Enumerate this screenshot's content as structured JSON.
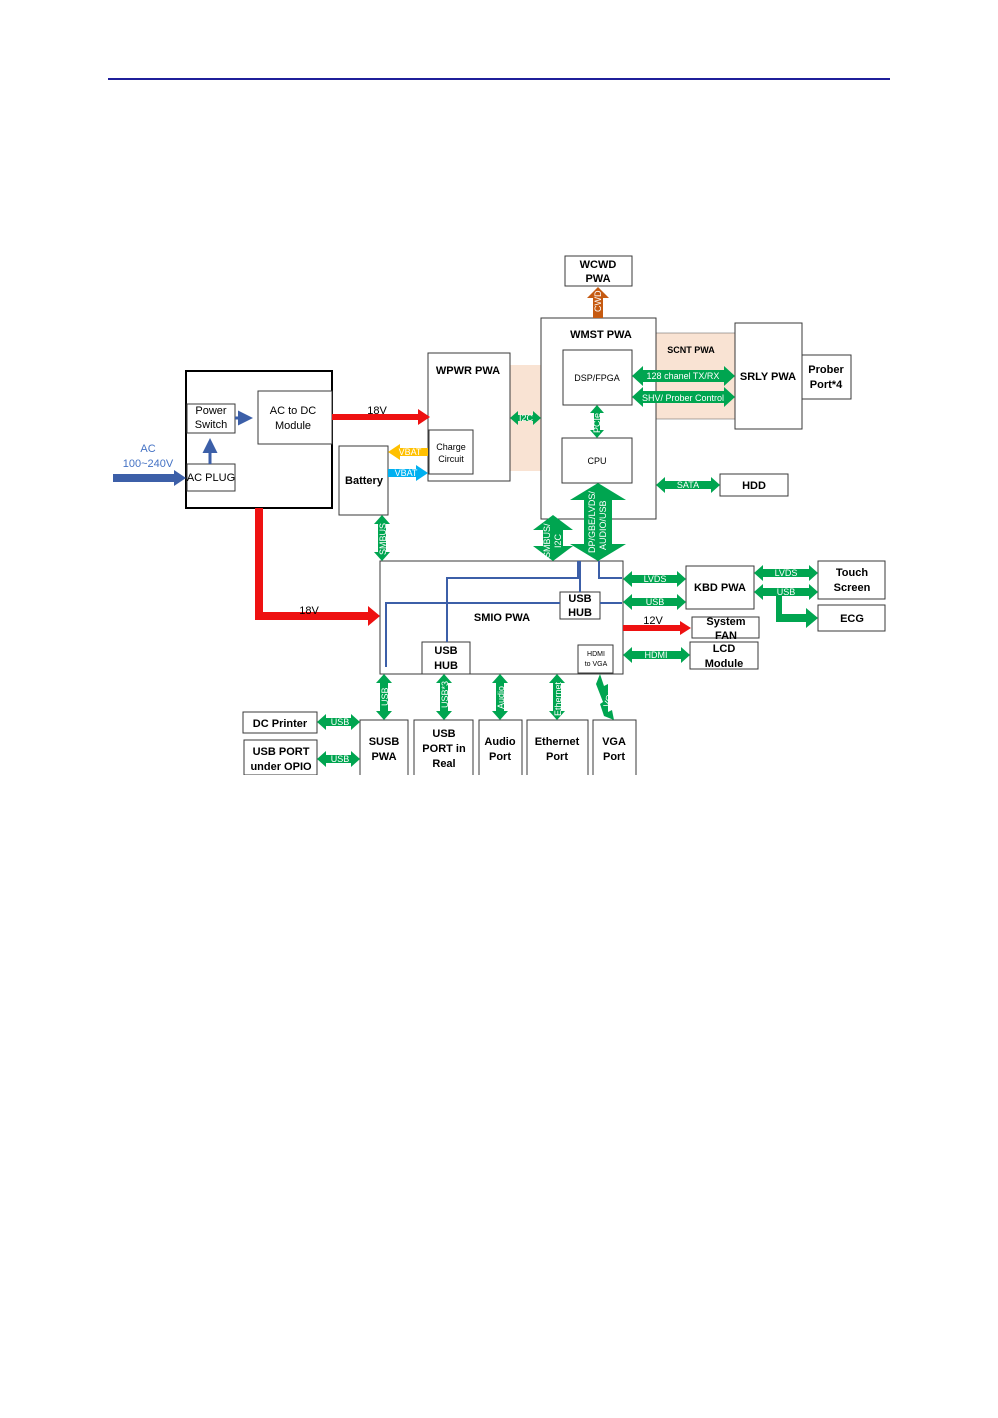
{
  "colors": {
    "header_rule": "#1f1f9a",
    "green": "#00a550",
    "red": "#ee1111",
    "blue": "#3c5fa8",
    "orange": "#c55a11",
    "yellow": "#ffc000",
    "cyan": "#00b0f0",
    "peach": "#f9e3d3"
  },
  "blocks": {
    "wcwd": [
      "WCWD",
      "PWA"
    ],
    "wmst": "WMST PWA",
    "scnt": "SCNT PWA",
    "srly": "SRLY PWA",
    "prober": [
      "Prober",
      "Port*4"
    ],
    "wpwr": "WPWR PWA",
    "dsp": "DSP/FPGA",
    "cpu": "CPU",
    "charge": [
      "Charge",
      "Circuit"
    ],
    "power_switch": [
      "Power",
      "Switch"
    ],
    "ac_dc": [
      "AC to DC",
      "Module"
    ],
    "ac_plug": "AC PLUG",
    "battery": "Battery",
    "hdd": "HDD",
    "smio": "SMIO PWA",
    "usb_hub_small": [
      "USB",
      "HUB"
    ],
    "usb_hub_bottom": [
      "USB",
      "HUB"
    ],
    "hdmi_vga": [
      "HDMI",
      "to VGA"
    ],
    "kbd": "KBD PWA",
    "touch": [
      "Touch",
      "Screen"
    ],
    "ecg": "ECG",
    "fan": [
      "System",
      "FAN"
    ],
    "lcd": [
      "LCD",
      "Module"
    ],
    "dc_printer": "DC Printer",
    "usb_port_opio": [
      "USB PORT",
      "under OPIO"
    ],
    "susb": [
      "SUSB",
      "PWA"
    ],
    "usb_port_real": [
      "USB",
      "PORT in",
      "Real"
    ],
    "audio_port": [
      "Audio",
      "Port"
    ],
    "ethernet_port": [
      "Ethernet",
      "Port"
    ],
    "vga_port": [
      "VGA",
      "Port"
    ]
  },
  "labels": {
    "ac_input": [
      "AC",
      "100~240V"
    ],
    "v18_top": "18V",
    "v18_bottom": "18V",
    "v12": "12V",
    "wcwd_bus": "CWD",
    "i2c": "I2C",
    "pcie": "PCIe",
    "vbat1": "VBAT",
    "vbat2": "VBAT",
    "chanel": "128 chanel TX/RX",
    "shv": "SHV/ Prober Control",
    "sata": "SATA",
    "smbus_battery": "SMBUS",
    "smbus_i2c": [
      "SMBUS/",
      "I2C"
    ],
    "dp_bus": [
      "DP/GBE/LVDS/",
      "AUDIO/USB"
    ],
    "lvds_kbd": "LVDS",
    "usb_kbd": "USB",
    "lvds_touch": "LVDS",
    "usb_touch": "USB",
    "hdmi_lcd": "HDMI",
    "usb_down": "USB",
    "usb3_down": "USB*3",
    "audio_down": "Audio",
    "ethernet_down": "Ethernet",
    "vga_down": "VGA",
    "usb_printer": "USB",
    "usb_opio": "USB"
  }
}
